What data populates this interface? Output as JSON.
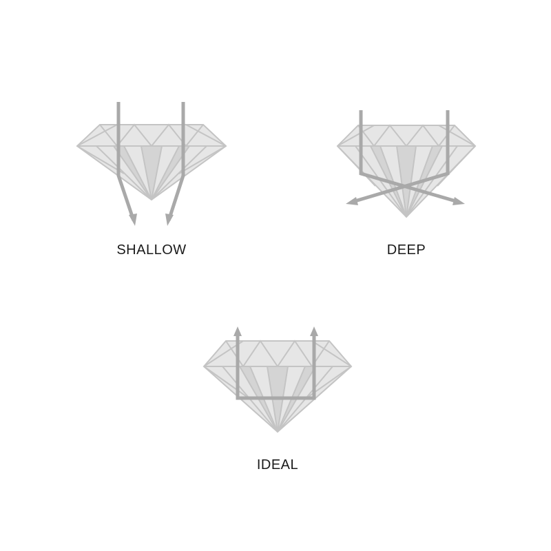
{
  "diagrams": [
    {
      "id": "shallow",
      "label": "SHALLOW"
    },
    {
      "id": "deep",
      "label": "DEEP"
    },
    {
      "id": "ideal",
      "label": "IDEAL"
    }
  ],
  "colors": {
    "diamond_fill": "#e6e6e6",
    "diamond_stroke": "#c4c4c4",
    "pavilion_facet_fill": "#d4d4d4",
    "light_ray": "#a9a9a9",
    "label_text": "#1a1a1a",
    "background": "#ffffff"
  },
  "icons": {
    "diamond": "diamond-icon",
    "light_ray": "light-ray-arrow"
  }
}
